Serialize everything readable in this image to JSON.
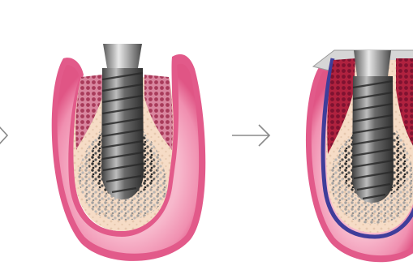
{
  "diagram": {
    "steps": [
      {
        "id": "bone-graft",
        "membrane": false
      },
      {
        "id": "membrane-cover",
        "membrane": true
      }
    ],
    "arrows": [
      "arrow-to-step-1",
      "arrow-to-step-2"
    ]
  },
  "colors": {
    "gum_outer": "#e6608c",
    "gum_mid": "#f08fb0",
    "gum_inner": "#f7b8cc",
    "bone": "#f6dcc6",
    "bone_dots": "#d9bfa8",
    "marrow": "#c23a5c",
    "marrow_dot": "#8e1d3c",
    "graft_dark": "#3a3a3a",
    "graft_light": "#8d8d8d",
    "implant_dark": "#4a4a4a",
    "implant_light": "#c9c9c9",
    "membrane": "#3f3d9a",
    "arrow": "#8a8a8a"
  }
}
